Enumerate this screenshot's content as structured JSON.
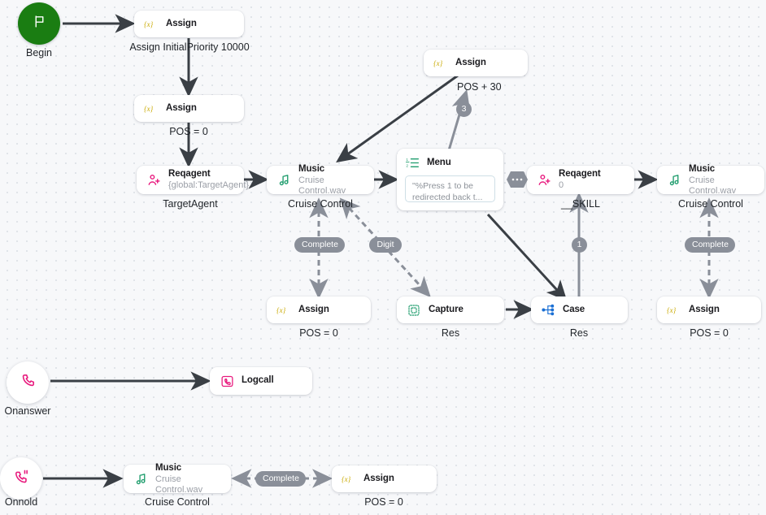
{
  "canvas": {
    "background": "#f7f8fa",
    "grid_dot_color": "#d9dde3"
  },
  "colors": {
    "begin_green": "#1a7d12",
    "assign_yellow": "#c9a900",
    "music_green": "#1f9d6d",
    "menu_green": "#1f9d6d",
    "capture_green": "#1f9d6d",
    "case_blue": "#1a6fd4",
    "reqagent_pink": "#e8197d",
    "phone_pink": "#e8197d",
    "connector_dark": "#3a3f45",
    "connector_gray": "#8a8f99",
    "label_text": "#1f2328"
  },
  "nodes": [
    {
      "id": "begin",
      "kind": "round-begin",
      "icon": "flag-icon",
      "caption": "Begin"
    },
    {
      "id": "assign-init",
      "kind": "card",
      "icon": "assign-icon",
      "title": "Assign",
      "subtitle": "",
      "caption": "Assign InitialPriority 10000"
    },
    {
      "id": "assign-pos0-a",
      "kind": "card",
      "icon": "assign-icon",
      "title": "Assign",
      "subtitle": "",
      "caption": "POS = 0"
    },
    {
      "id": "reqagent-target",
      "kind": "card",
      "icon": "reqagent-icon",
      "title": "Reqagent",
      "subtitle": "{global:TargetAgent}",
      "caption": "TargetAgent"
    },
    {
      "id": "music-cc-1",
      "kind": "card",
      "icon": "music-icon",
      "title": "Music",
      "subtitle": "Cruise Control.wav",
      "caption": "Cruise Control"
    },
    {
      "id": "assign-pos30",
      "kind": "card",
      "icon": "assign-icon",
      "title": "Assign",
      "subtitle": "",
      "caption": ""
    },
    {
      "id": "menu",
      "kind": "card-menu",
      "icon": "menu-icon",
      "title": "Menu",
      "prompt": "\"%Press 1 to be redirected back t...",
      "caption": ""
    },
    {
      "id": "reqagent-skill",
      "kind": "card",
      "icon": "reqagent-icon",
      "title": "Reqagent",
      "subtitle": "0",
      "caption": "__SKILL"
    },
    {
      "id": "music-cc-2",
      "kind": "card",
      "icon": "music-icon",
      "title": "Music",
      "subtitle": "Cruise Control.wav",
      "caption": "Cruise Control"
    },
    {
      "id": "assign-pos0-b",
      "kind": "card",
      "icon": "assign-icon",
      "title": "Assign",
      "subtitle": "",
      "caption": "POS = 0"
    },
    {
      "id": "capture-res",
      "kind": "card",
      "icon": "capture-icon",
      "title": "Capture",
      "subtitle": "",
      "caption": "Res"
    },
    {
      "id": "case-res",
      "kind": "card",
      "icon": "case-icon",
      "title": "Case",
      "subtitle": "",
      "caption": "Res"
    },
    {
      "id": "assign-pos0-c",
      "kind": "card",
      "icon": "assign-icon",
      "title": "Assign",
      "subtitle": "",
      "caption": "POS = 0"
    },
    {
      "id": "onanswer",
      "kind": "round-white",
      "icon": "phone-icon",
      "caption": "Onanswer"
    },
    {
      "id": "logcall",
      "kind": "card",
      "icon": "logcall-icon",
      "title": "Logcall",
      "subtitle": "",
      "caption": ""
    },
    {
      "id": "onhold",
      "kind": "round-white",
      "icon": "phone-hold-icon",
      "caption": "Onhold"
    },
    {
      "id": "music-cc-3",
      "kind": "card",
      "icon": "music-icon",
      "title": "Music",
      "subtitle": "Cruise Control.wav",
      "caption": "Cruise Control"
    },
    {
      "id": "assign-pos0-d",
      "kind": "card",
      "icon": "assign-icon",
      "title": "Assign",
      "subtitle": "",
      "caption": "POS = 0"
    }
  ],
  "edge_labels": {
    "pos_plus_30": "POS + 30",
    "complete_1": "Complete",
    "complete_2": "Complete",
    "complete_3": "Complete",
    "digit": "Digit",
    "bubble_3": "3",
    "bubble_1": "1",
    "ellipsis": "···"
  },
  "captions": {
    "begin": "Begin",
    "assign_initial_priority": "Assign InitialPriority 10000",
    "pos_eq_0_top": "POS = 0",
    "target_agent": "TargetAgent",
    "cruise_control_1": "Cruise Control",
    "skill": "__SKILL",
    "cruise_control_2": "Cruise Control",
    "pos_eq_0_left": "POS = 0",
    "res_capture": "Res",
    "res_case": "Res",
    "pos_eq_0_right": "POS = 0",
    "onanswer": "Onanswer",
    "onhold": "Onhold",
    "cruise_control_3": "Cruise Control",
    "pos_eq_0_bottom": "POS = 0"
  },
  "labels": {
    "assign": "Assign",
    "reqagent": "Reqagent",
    "reqagent_target_sub": "{global:TargetAgent}",
    "reqagent_skill_sub": "0",
    "music": "Music",
    "music_sub": "Cruise Control.wav",
    "menu": "Menu",
    "menu_prompt": "\"%Press 1 to be redirected back t...",
    "capture": "Capture",
    "case": "Case",
    "logcall": "Logcall"
  }
}
